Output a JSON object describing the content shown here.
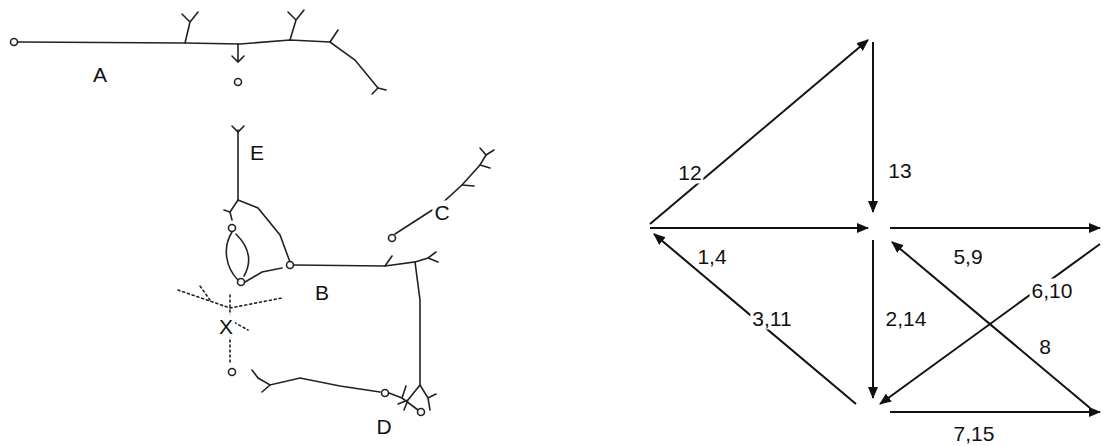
{
  "diagram": {
    "labels": [
      "A",
      "E",
      "C",
      "B",
      "X",
      "D",
      "12",
      "13",
      "1,4",
      "5,9",
      "3,11",
      "2,14",
      "6,10",
      "8",
      "7,15"
    ]
  }
}
